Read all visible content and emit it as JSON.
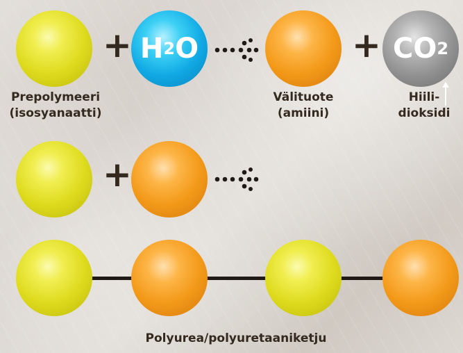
{
  "reaction1": {
    "plus1": "+",
    "water": {
      "symbol": "H",
      "sub": "2",
      "tail": "O"
    },
    "plus2": "+",
    "co2": {
      "symbol": "CO",
      "sub": "2"
    },
    "label_prepolymer": [
      "Prepolymeeri",
      "(isosyanaatti)"
    ],
    "label_intermediate": [
      "Välituote",
      "(amiini)"
    ],
    "label_co2": [
      "Hiili-",
      "dioksidi"
    ]
  },
  "reaction2": {
    "plus": "+"
  },
  "chain": {
    "label": "Polyurea/polyuretaaniketju"
  },
  "colors": {
    "isocyanate_ball": "#e3e024",
    "amine_ball": "#f5a023",
    "water_ball": "#14aee6",
    "co2_ball": "#9a9a9a",
    "text": "#33291e"
  }
}
